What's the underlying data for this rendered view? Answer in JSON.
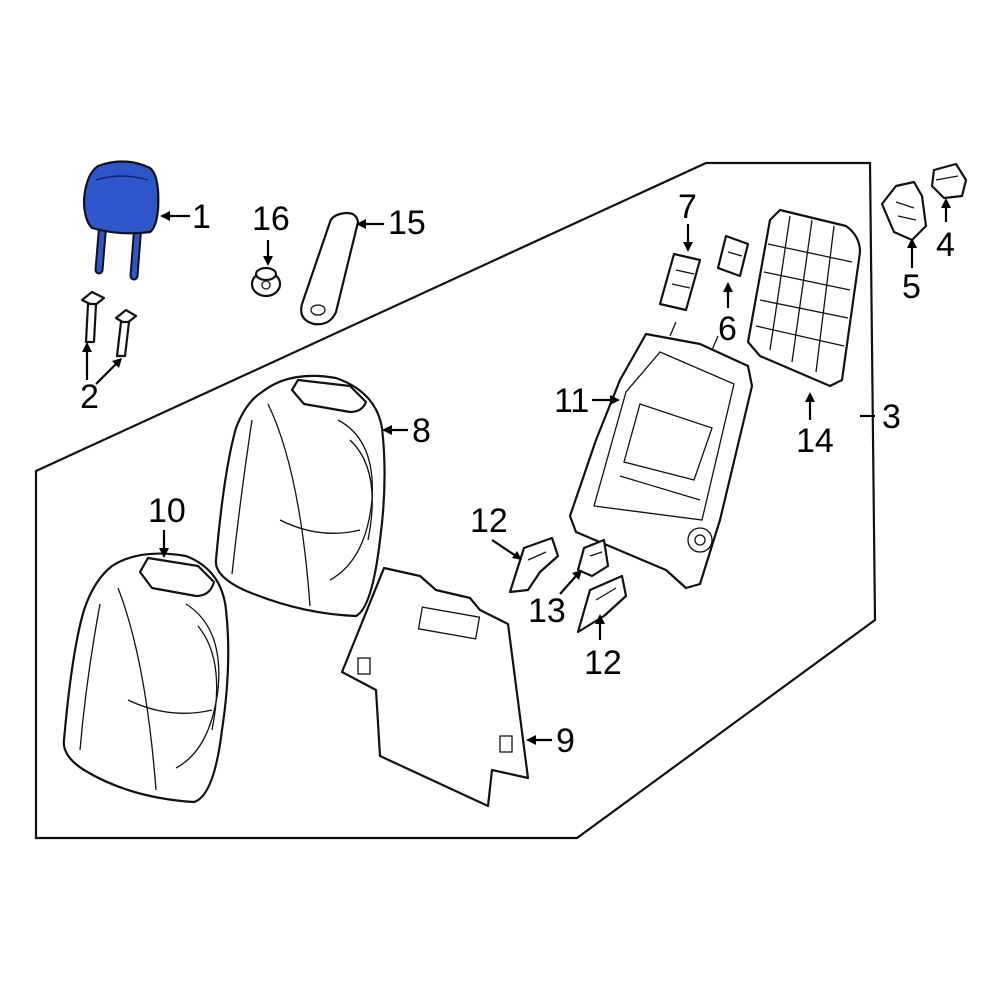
{
  "highlight_color": "#2e55c9",
  "callouts": {
    "c1": "1",
    "c2": "2",
    "c3": "3",
    "c4": "4",
    "c5": "5",
    "c6": "6",
    "c7": "7",
    "c8": "8",
    "c9": "9",
    "c10": "10",
    "c11": "11",
    "c12a": "12",
    "c12b": "12",
    "c13": "13",
    "c14": "14",
    "c15": "15",
    "c16": "16"
  }
}
